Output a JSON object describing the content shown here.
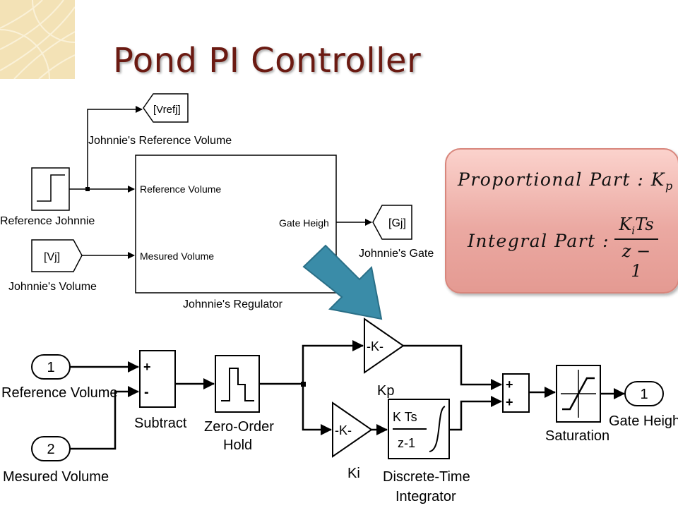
{
  "title": "Pond PI Controller",
  "top_diagram": {
    "goto_vrefj": "[Vrefj]",
    "label_johnnies_reference_volume": "Johnnie's Reference Volume",
    "step_label": "Reference Johnnie",
    "from_vj": "[Vj]",
    "from_vj_label": "Johnnie's Volume",
    "regulator": {
      "in_reference": "Reference Volume",
      "in_measured": "Mesured Volume",
      "out_gate": "Gate Heigh",
      "label": "Johnnie's Regulator"
    },
    "goto_gj": "[Gj]",
    "goto_gj_label": "Johnnie's Gate"
  },
  "bottom_diagram": {
    "inport1_num": "1",
    "inport1_label": "Reference Volume",
    "inport2_num": "2",
    "inport2_label": "Mesured Volume",
    "subtract_plus": "+",
    "subtract_minus": "-",
    "subtract_label": "Subtract",
    "zoh_label_1": "Zero-Order",
    "zoh_label_2": "Hold",
    "kp_gain": "-K-",
    "kp_label": "Kp",
    "ki_gain": "-K-",
    "ki_label": "Ki",
    "integrator_num": "K Ts",
    "integrator_den": "z-1",
    "integrator_label_1": "Discrete-Time",
    "integrator_label_2": "Integrator",
    "sum_plus_1": "+",
    "sum_plus_2": "+",
    "saturation_label": "Saturation",
    "outport_num": "1",
    "outport_label": "Gate Height"
  },
  "formula": {
    "proportional": "Proportional Part : K",
    "proportional_sub": "p",
    "integral": "Integral Part :",
    "frac_num": "K",
    "frac_num_sub": "i",
    "frac_num_rest": "Ts",
    "frac_den": "z − 1"
  },
  "colors": {
    "title": "#6b1a12",
    "arrow": "#3a8ca8",
    "formula_box": "#eba9a2"
  }
}
